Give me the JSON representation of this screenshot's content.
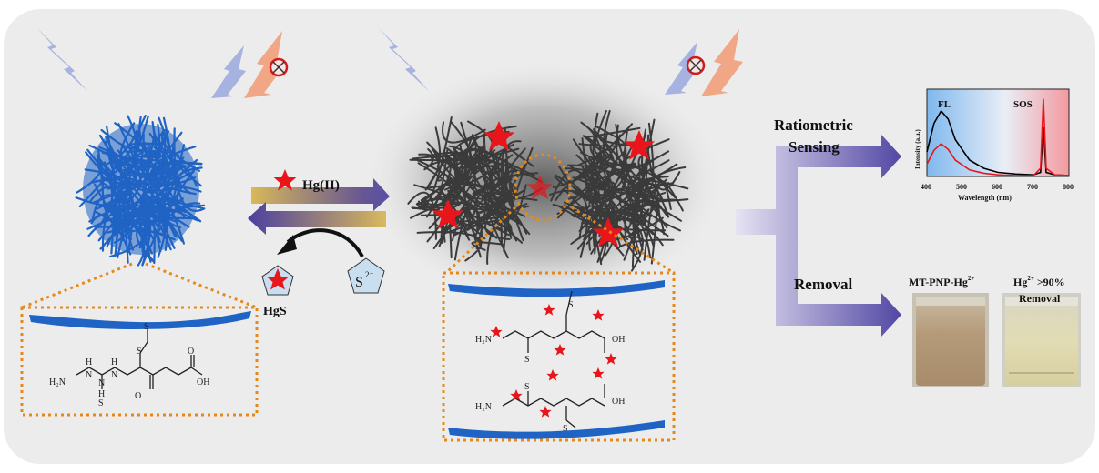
{
  "colors": {
    "panel_bg": "#ececec",
    "polymer_blue": "#1f63c4",
    "dark_coil": "#3a3a3a",
    "star_red": "#e8161b",
    "dotted_orange": "#e58a1a",
    "arrow_purple": "#4a3fa0",
    "arrow_gold": "#d9b85a",
    "bolt_blue": "#8a9ad8",
    "bolt_salmon": "#f2a07a",
    "pentagon_fill": "#c9dff0"
  },
  "icons": [
    "lightning-bolt-icon",
    "forbidden-icon",
    "star-icon",
    "pentagon-icon"
  ],
  "left": {
    "structure": {
      "nh2": "H₂N",
      "nh1": "N",
      "h1": "H",
      "nh2b": "N",
      "h2": "H",
      "s_thio": "S",
      "nh3": "N",
      "h3": "H",
      "o1": "O",
      "s1": "S",
      "s2": "S",
      "o2": "O",
      "oh": "OH"
    }
  },
  "middle": {
    "hg_label": "Hg(II)",
    "hgs_label": "HgS",
    "s2_label": "S",
    "s2_charge": "2⁻"
  },
  "right": {
    "structure": {
      "h2n_top": "H₂N",
      "oh_top": "OH",
      "h2n_bot": "H₂N",
      "oh_bot": "OH",
      "s_a": "S",
      "s_b": "S",
      "s_c": "S",
      "s_d": "S"
    }
  },
  "branches": {
    "ratiometric_1": "Ratiometric",
    "ratiometric_2": "Sensing",
    "removal": "Removal"
  },
  "chart_data": {
    "type": "line",
    "xlabel": "Wavelength (nm)",
    "ylabel": "Intensity (a.u.)",
    "x_ticks": [
      "400",
      "500",
      "600",
      "700",
      "800"
    ],
    "xlim": [
      400,
      800
    ],
    "annotations": [
      "FL",
      "SOS"
    ],
    "series": [
      {
        "color": "#000000",
        "x": [
          400,
          420,
          440,
          460,
          480,
          520,
          560,
          600,
          650,
          700,
          720,
          728,
          736,
          760,
          800
        ],
        "y": [
          0.3,
          0.65,
          0.8,
          0.7,
          0.45,
          0.2,
          0.1,
          0.05,
          0.03,
          0.02,
          0.05,
          0.6,
          0.05,
          0.02,
          0.01
        ]
      },
      {
        "color": "#e8161b",
        "x": [
          400,
          420,
          440,
          460,
          480,
          520,
          560,
          600,
          650,
          700,
          720,
          728,
          736,
          760,
          800
        ],
        "y": [
          0.15,
          0.32,
          0.4,
          0.33,
          0.2,
          0.08,
          0.04,
          0.02,
          0.01,
          0.01,
          0.1,
          0.95,
          0.1,
          0.02,
          0.01
        ]
      }
    ]
  },
  "photos": {
    "left_label": "MT-PNP-Hg",
    "left_sup": "2+",
    "right_label_1a": "Hg",
    "right_label_1b": "2+",
    "right_label_1c": " >90%",
    "right_label_2": "Removal"
  }
}
